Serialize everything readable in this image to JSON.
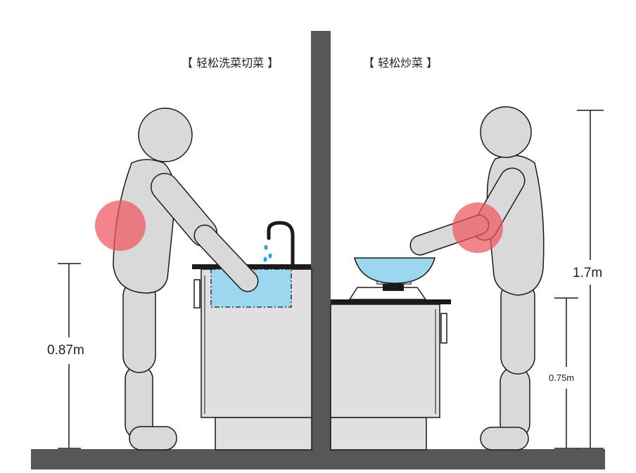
{
  "panels": {
    "left": {
      "title": "【 轻松洗菜切菜 】"
    },
    "right": {
      "title": "【 轻松炒菜 】"
    }
  },
  "dimensions": {
    "sink_counter_height": "0.87m",
    "person_height": "1.7m",
    "stove_counter_height": "0.75m"
  },
  "colors": {
    "wall": "#595657",
    "figure_fill": "#d9d9d9",
    "outline": "#1a1a1a",
    "cabinet": "#e0e0e0",
    "water": "#9dd7ef",
    "highlight": "#f0555f",
    "water_drop": "#2aa6e0"
  }
}
